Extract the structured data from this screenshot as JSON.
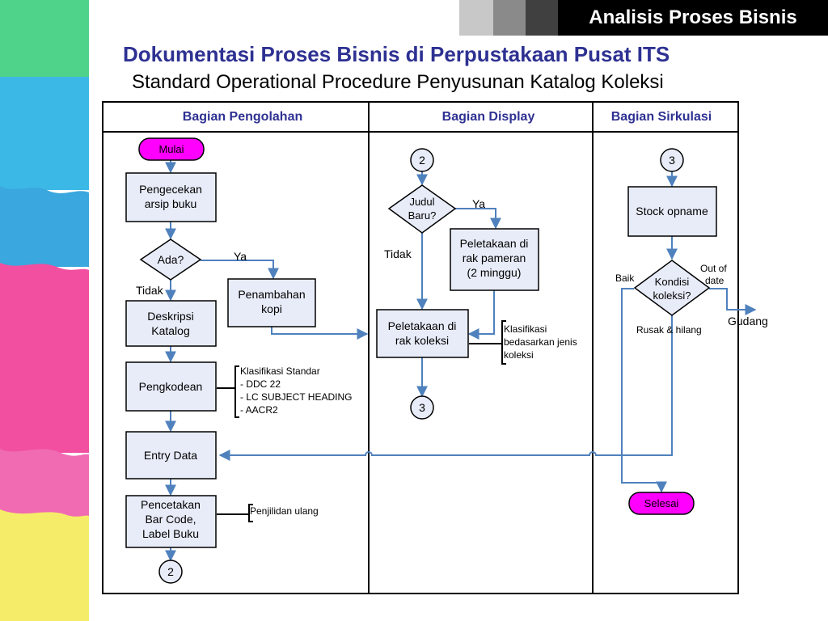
{
  "header": {
    "title": "Analisis Proses Bisnis",
    "main_title": "Dokumentasi Proses Bisnis di Perpustakaan Pusat ITS",
    "subtitle": "Standard Operational Procedure Penyusunan Katalog Koleksi"
  },
  "lanes": [
    "Bagian Pengolahan",
    "Bagian Display",
    "Bagian Sirkulasi"
  ],
  "nodes": {
    "mulai": "Mulai",
    "pengecekan": [
      "Pengecekan",
      "arsip buku"
    ],
    "ada": "Ada?",
    "penambahan": [
      "Penambahan",
      "kopi"
    ],
    "deskripsi": [
      "Deskripsi",
      "Katalog"
    ],
    "pengkodean": "Pengkodean",
    "entry": "Entry Data",
    "pencetakan": [
      "Pencetakan",
      "Bar Code,",
      "Label Buku"
    ],
    "conn2_a": "2",
    "conn2_b": "2",
    "judul": [
      "Judul",
      "Baru?"
    ],
    "peletakaan_pameran": [
      "Peletakaan di",
      "rak pameran",
      "(2 minggu)"
    ],
    "peletakaan_koleksi": [
      "Peletakaan di",
      "rak koleksi"
    ],
    "conn3_a": "3",
    "conn3_b": "3",
    "stock": "Stock opname",
    "kondisi": [
      "Kondisi",
      "koleksi?"
    ],
    "selesai": "Selesai",
    "gudang": "Gudang"
  },
  "labels": {
    "ya1": "Ya",
    "tidak1": "Tidak",
    "ya2": "Ya",
    "tidak2": "Tidak",
    "baik": "Baik",
    "outofdate": [
      "Out of",
      "date"
    ],
    "rusak": "Rusak & hilang"
  },
  "annotations": {
    "klasifikasi_standar": [
      "Klasifikasi Standar",
      "- DDC 22",
      "- LC SUBJECT HEADING",
      "- AACR2"
    ],
    "penjilidan": "Penjilidan ulang",
    "klasifikasi_jenis": [
      "Klasifikasi",
      "bedasarkan jenis",
      "koleksi"
    ]
  },
  "colors": {
    "title_blue": "#2e3192",
    "arrow": "#4f81bd",
    "box_fill": "#e8ecf8",
    "terminal_fill": "#ff00ff"
  }
}
